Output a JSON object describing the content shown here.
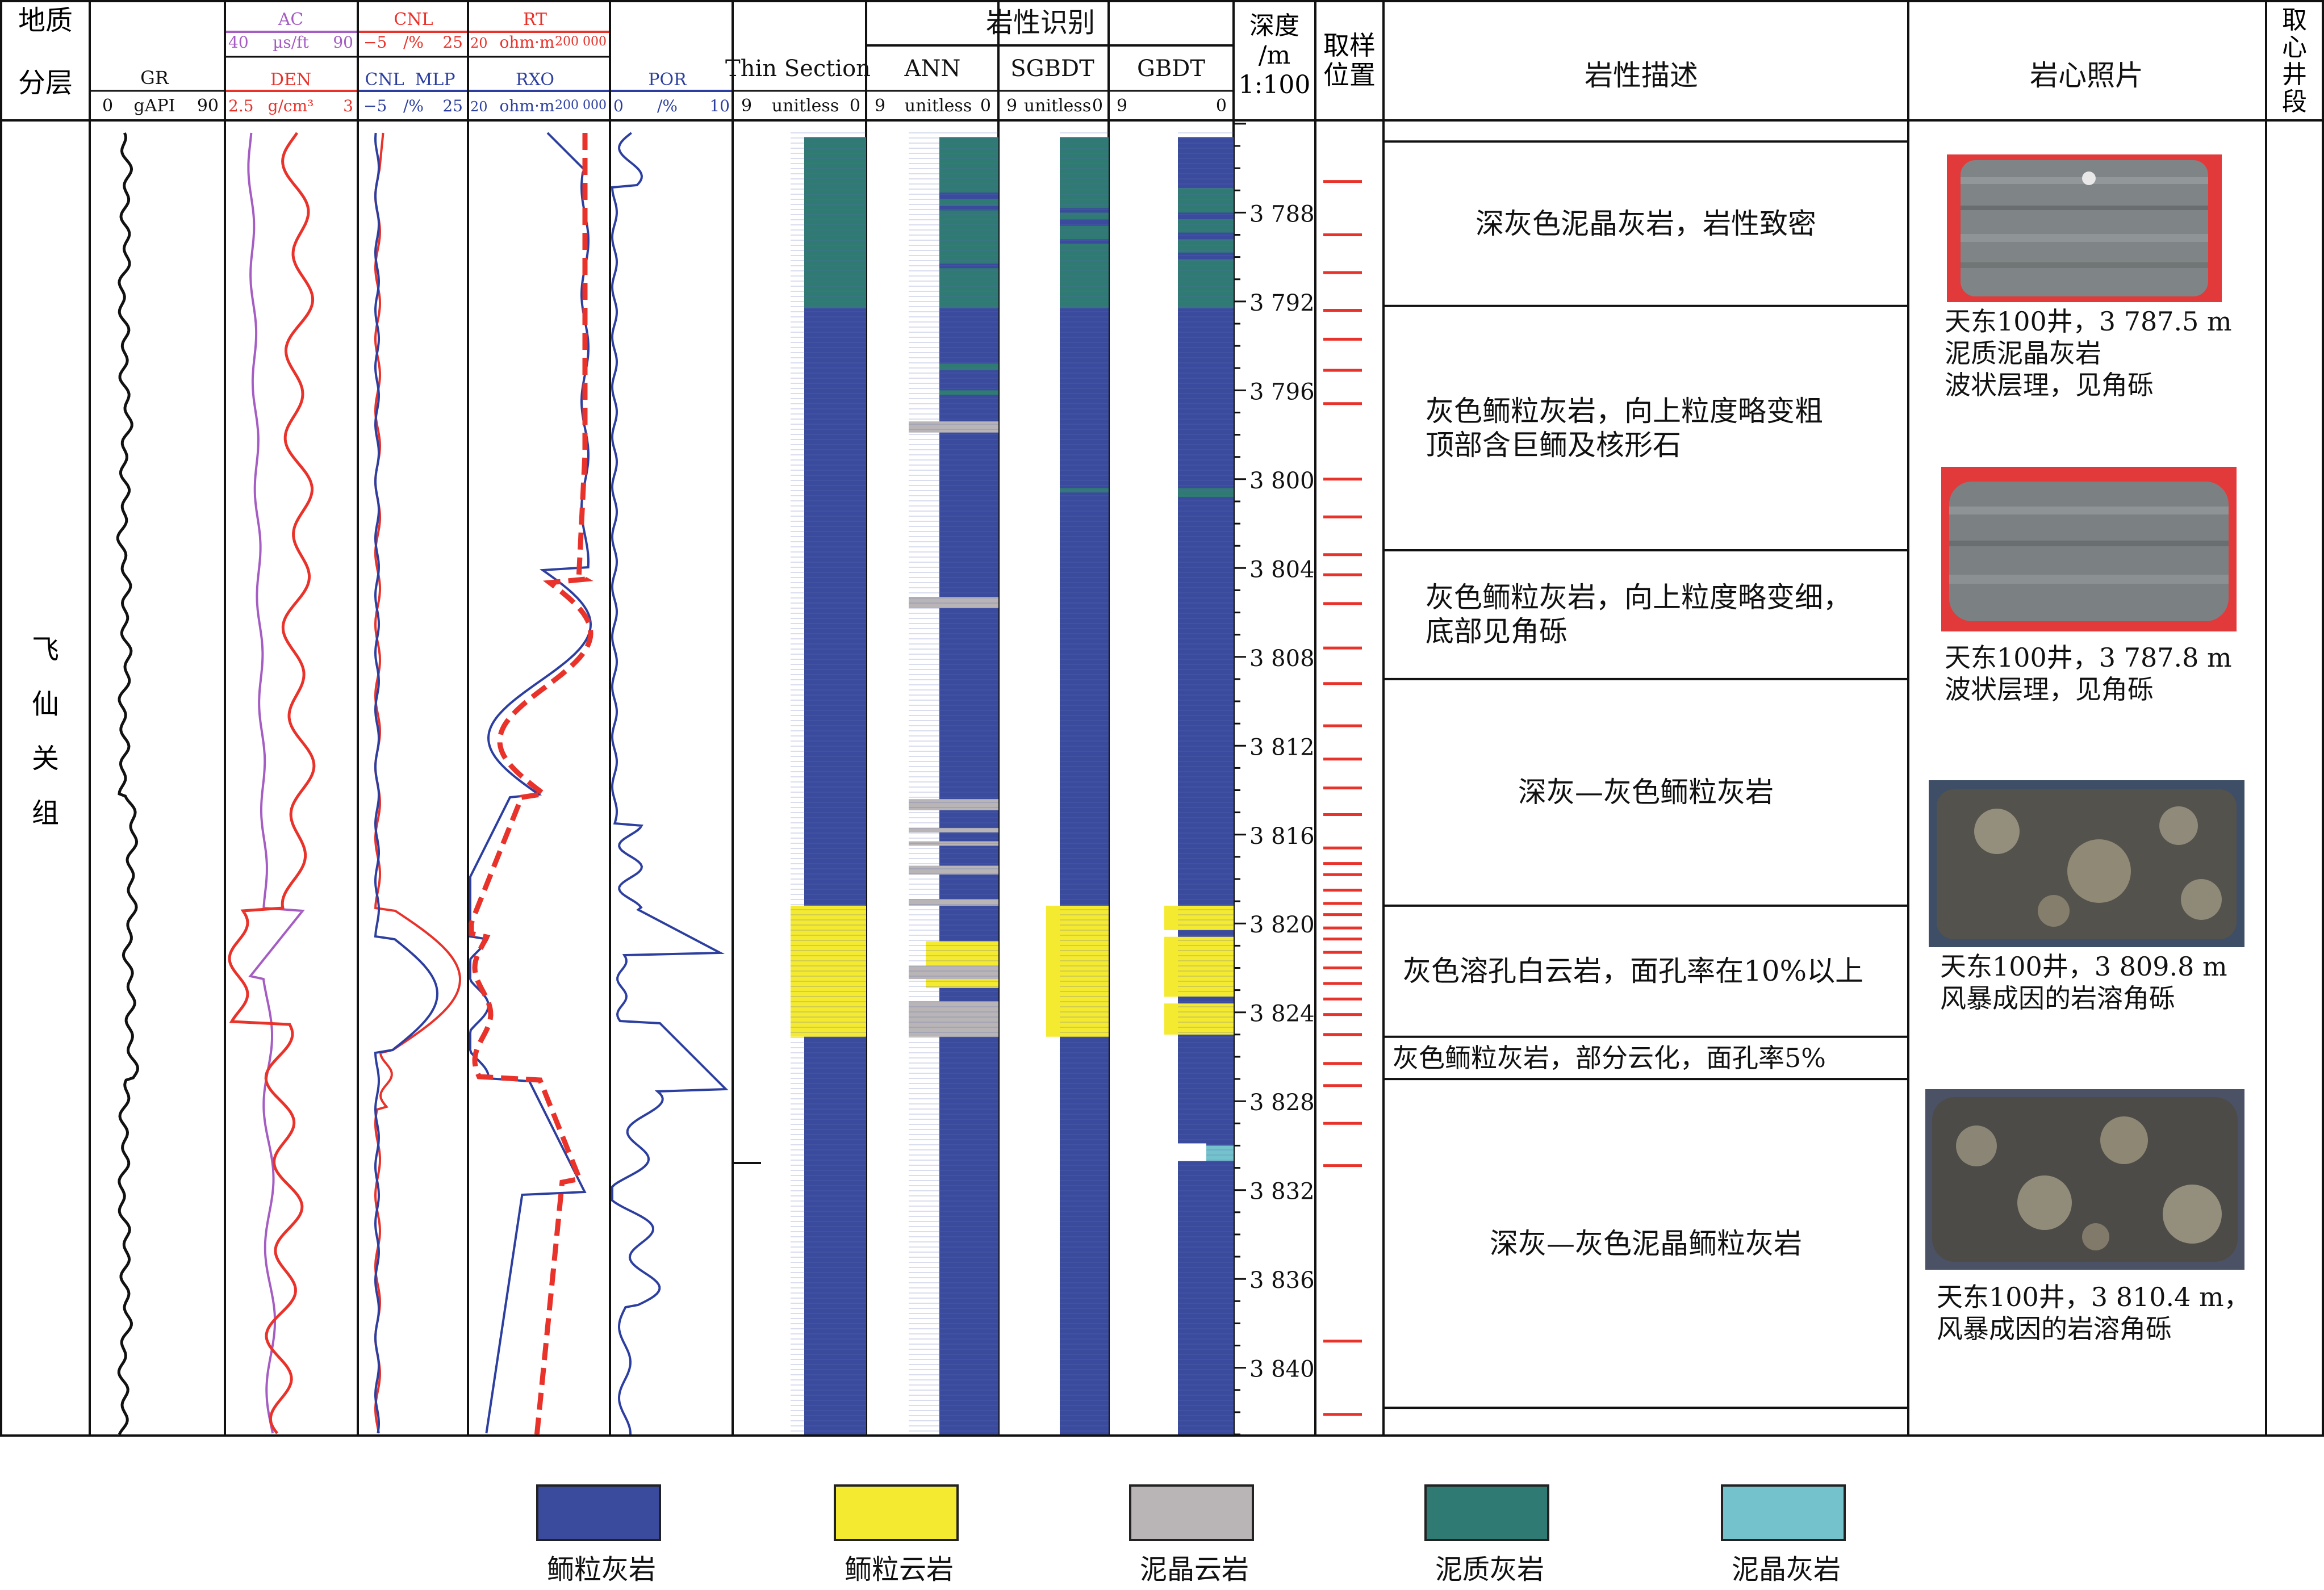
{
  "header": {
    "strat_col": "地质分层",
    "gr": {
      "name": "GR",
      "min": "0",
      "unit": "gAPI",
      "max": "90"
    },
    "ac": {
      "name": "AC",
      "min": "40",
      "unit": "µs/ft",
      "max": "90"
    },
    "den": {
      "name": "DEN",
      "min": "2.5",
      "unit": "g/cm³",
      "max": "3"
    },
    "cnl": {
      "name": "CNL",
      "min": "−5",
      "unit": "/%",
      "max": "25"
    },
    "cnl_mlp": {
      "name": "CNL  MLP",
      "min": "−5",
      "unit": "/%",
      "max": "25"
    },
    "rt": {
      "name": "RT",
      "min": "20",
      "unit": "ohm·m",
      "max": "200 000"
    },
    "rxo": {
      "name": "RXO",
      "min": "20",
      "unit": "ohm·m",
      "max": "200 000"
    },
    "por": {
      "name": "POR",
      "min": "0",
      "unit": "/%",
      "max": "10"
    },
    "lith_group": "岩性识别",
    "thin": {
      "name": "Thin Section",
      "min": "9",
      "unit": "unitless",
      "max": "0"
    },
    "ann": {
      "name": "ANN",
      "min": "9",
      "unit": "unitless",
      "max": "0"
    },
    "sgbdt": {
      "name": "SGBDT",
      "min": "9",
      "unit": "unitless",
      "max": "0"
    },
    "gbdt": {
      "name": "GBDT",
      "min": "9",
      "unit": "",
      "max": "0"
    },
    "depth": "深度\n/m\n1:100",
    "sample": "取样\n位置",
    "lith_desc": "岩性描述",
    "core_photo": "岩心照片",
    "core_interval": "取心井段"
  },
  "formation": "飞\n仙\n关\n组",
  "depth_axis": {
    "top": 3783.9,
    "bottom": 3843.0,
    "labels": [
      {
        "v": 3788,
        "t": "3 788"
      },
      {
        "v": 3792,
        "t": "3 792"
      },
      {
        "v": 3796,
        "t": "3 796"
      },
      {
        "v": 3800,
        "t": "3 800"
      },
      {
        "v": 3804,
        "t": "3 804"
      },
      {
        "v": 3808,
        "t": "3 808"
      },
      {
        "v": 3812,
        "t": "3 812"
      },
      {
        "v": 3816,
        "t": "3 816"
      },
      {
        "v": 3820,
        "t": "3 820"
      },
      {
        "v": 3824,
        "t": "3 824"
      },
      {
        "v": 3828,
        "t": "3 828"
      },
      {
        "v": 3832,
        "t": "3 832"
      },
      {
        "v": 3836,
        "t": "3 836"
      },
      {
        "v": 3840,
        "t": "3 840"
      }
    ]
  },
  "colors": {
    "oolitic_limestone": "#3a4b9e",
    "oolitic_dolomite": "#f4ea30",
    "micritic_dolomite": "#b9b5b6",
    "argillaceous_limestone": "#2f7a72",
    "micritic_limestone": "#74c3cc",
    "curve_red": "#e8322a",
    "curve_blue": "#2c3fa0",
    "curve_purple": "#a55cc3"
  },
  "lithology_tracks": {
    "thin": [
      {
        "top": 3784.6,
        "bottom": 3792.3,
        "lith": "argillaceous_limestone"
      },
      {
        "top": 3792.3,
        "bottom": 3819.2,
        "lith": "oolitic_limestone"
      },
      {
        "top": 3819.2,
        "bottom": 3825.1,
        "lith": "oolitic_dolomite"
      },
      {
        "top": 3825.1,
        "bottom": 3843.0,
        "lith": "oolitic_limestone"
      }
    ],
    "ann": [
      {
        "top": 3784.6,
        "bottom": 3792.3,
        "lith": "argillaceous_limestone"
      },
      {
        "top": 3787.1,
        "bottom": 3787.4,
        "lith": "oolitic_limestone"
      },
      {
        "top": 3787.7,
        "bottom": 3787.9,
        "lith": "oolitic_limestone"
      },
      {
        "top": 3790.3,
        "bottom": 3790.5,
        "lith": "oolitic_limestone"
      },
      {
        "top": 3792.3,
        "bottom": 3843.0,
        "lith": "oolitic_limestone"
      },
      {
        "top": 3794.8,
        "bottom": 3795.1,
        "lith": "argillaceous_limestone"
      },
      {
        "top": 3796.0,
        "bottom": 3796.2,
        "lith": "argillaceous_limestone"
      },
      {
        "top": 3797.4,
        "bottom": 3797.9,
        "lith": "micritic_dolomite"
      },
      {
        "top": 3805.3,
        "bottom": 3805.8,
        "lith": "micritic_dolomite"
      },
      {
        "top": 3814.4,
        "bottom": 3814.9,
        "lith": "micritic_dolomite"
      },
      {
        "top": 3815.7,
        "bottom": 3815.9,
        "lith": "micritic_dolomite"
      },
      {
        "top": 3816.3,
        "bottom": 3816.5,
        "lith": "micritic_dolomite"
      },
      {
        "top": 3817.4,
        "bottom": 3817.8,
        "lith": "micritic_dolomite"
      },
      {
        "top": 3818.9,
        "bottom": 3819.2,
        "lith": "micritic_dolomite"
      },
      {
        "top": 3820.8,
        "bottom": 3822.9,
        "lith": "oolitic_dolomite"
      },
      {
        "top": 3821.9,
        "bottom": 3822.5,
        "lith": "micritic_dolomite"
      },
      {
        "top": 3823.5,
        "bottom": 3825.1,
        "lith": "micritic_dolomite"
      }
    ],
    "sgbdt": [
      {
        "top": 3784.6,
        "bottom": 3792.3,
        "lith": "argillaceous_limestone"
      },
      {
        "top": 3785.0,
        "bottom": 3792.3,
        "lith": "argillaceous_limestone"
      },
      {
        "top": 3787.8,
        "bottom": 3788.0,
        "lith": "oolitic_limestone"
      },
      {
        "top": 3788.3,
        "bottom": 3788.6,
        "lith": "oolitic_limestone"
      },
      {
        "top": 3789.2,
        "bottom": 3789.4,
        "lith": "oolitic_limestone"
      },
      {
        "top": 3792.3,
        "bottom": 3843.0,
        "lith": "oolitic_limestone"
      },
      {
        "top": 3800.4,
        "bottom": 3800.6,
        "lith": "argillaceous_limestone"
      },
      {
        "top": 3819.2,
        "bottom": 3825.1,
        "lith": "oolitic_dolomite"
      }
    ],
    "gbdt": [
      {
        "top": 3784.6,
        "bottom": 3786.9,
        "lith": "oolitic_limestone"
      },
      {
        "top": 3786.9,
        "bottom": 3792.3,
        "lith": "argillaceous_limestone"
      },
      {
        "top": 3788.0,
        "bottom": 3788.3,
        "lith": "oolitic_limestone"
      },
      {
        "top": 3788.9,
        "bottom": 3789.2,
        "lith": "oolitic_limestone"
      },
      {
        "top": 3789.8,
        "bottom": 3790.1,
        "lith": "oolitic_limestone"
      },
      {
        "top": 3792.3,
        "bottom": 3843.0,
        "lith": "oolitic_limestone"
      },
      {
        "top": 3800.4,
        "bottom": 3800.8,
        "lith": "argillaceous_limestone"
      },
      {
        "top": 3819.2,
        "bottom": 3820.3,
        "lith": "oolitic_dolomite"
      },
      {
        "top": 3820.6,
        "bottom": 3823.3,
        "lith": "oolitic_dolomite"
      },
      {
        "top": 3823.6,
        "bottom": 3825.0,
        "lith": "oolitic_dolomite"
      },
      {
        "top": 3830.0,
        "bottom": 3830.7,
        "lith": "micritic_limestone"
      }
    ]
  },
  "sample_depths": [
    3786.6,
    3789.0,
    3790.7,
    3792.4,
    3793.7,
    3795.1,
    3796.6,
    3800.0,
    3801.7,
    3803.4,
    3804.3,
    3805.6,
    3807.6,
    3809.2,
    3811.1,
    3812.6,
    3813.9,
    3815.1,
    3816.6,
    3817.3,
    3817.8,
    3818.5,
    3819.1,
    3819.6,
    3820.2,
    3820.7,
    3821.3,
    3822.0,
    3822.7,
    3823.4,
    3824.1,
    3825.0,
    3826.3,
    3827.3,
    3829.0,
    3830.9,
    3838.8,
    3842.1
  ],
  "descriptions": [
    {
      "top": 3784.8,
      "bottom": 3792.2,
      "text": "深灰色泥晶灰岩，岩性致密"
    },
    {
      "top": 3792.2,
      "bottom": 3803.2,
      "text": "灰色鲕粒灰岩，向上粒度略变粗\n顶部含巨鲕及核形石"
    },
    {
      "top": 3803.2,
      "bottom": 3809.0,
      "text": "灰色鲕粒灰岩，向上粒度略变细，\n底部见角砾"
    },
    {
      "top": 3809.0,
      "bottom": 3819.2,
      "text": "深灰—灰色鲕粒灰岩"
    },
    {
      "top": 3819.2,
      "bottom": 3825.1,
      "text": "灰色溶孔白云岩，面孔率在10%以上"
    },
    {
      "top": 3825.1,
      "bottom": 3827.0,
      "text": "灰色鲕粒灰岩，部分云化，面孔率5%"
    },
    {
      "top": 3827.0,
      "bottom": 3841.8,
      "text": "深灰—灰色泥晶鲕粒灰岩"
    }
  ],
  "core_photos": [
    {
      "caption": "天东100井，3 787.5 m\n泥质泥晶灰岩\n波状层理，见角砾"
    },
    {
      "caption": "天东100井，3 787.8 m\n波状层理，见角砾"
    },
    {
      "caption": "天东100井，3 809.8 m\n风暴成因的岩溶角砾"
    },
    {
      "caption": "天东100井，3 810.4 m，\n风暴成因的岩溶角砾"
    }
  ],
  "legend": [
    {
      "label": "鲕粒灰岩",
      "lith": "oolitic_limestone"
    },
    {
      "label": "鲕粒云岩",
      "lith": "oolitic_dolomite"
    },
    {
      "label": "泥晶云岩",
      "lith": "micritic_dolomite"
    },
    {
      "label": "泥质灰岩",
      "lith": "argillaceous_limestone"
    },
    {
      "label": "泥晶灰岩",
      "lith": "micritic_limestone"
    }
  ]
}
